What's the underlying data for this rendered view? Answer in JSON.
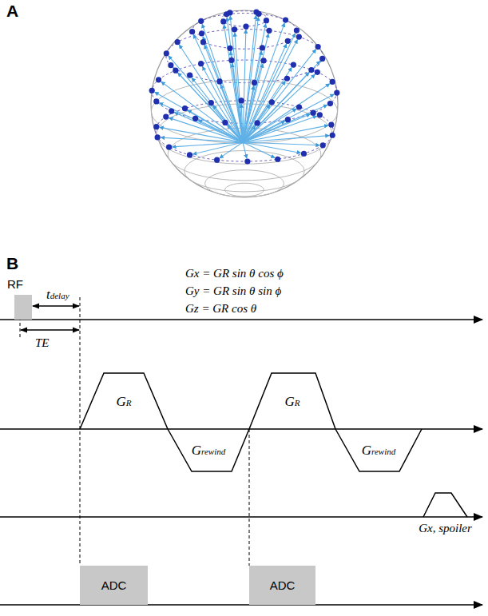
{
  "diagram": {
    "nodes": [
      {
        "text": [
          "RF"
        ]
      },
      {
        "text": [
          "GR"
        ]
      },
      {
        "text": [
          "Grewind"
        ]
      },
      {
        "text": [
          "GR"
        ]
      },
      {
        "text": [
          "Grewind"
        ]
      },
      {
        "text": [
          "Gx, spoiler"
        ]
      },
      {
        "text": [
          "ADC"
        ]
      },
      {
        "text": [
          "ADC"
        ]
      }
    ],
    "labels": [
      "A",
      "B",
      "Gx = GR sin θ cos ϕ",
      "Gy = GR sin θ sin ϕ",
      "Gz = GR cos θ",
      "tdelay",
      "TE"
    ]
  }
}
